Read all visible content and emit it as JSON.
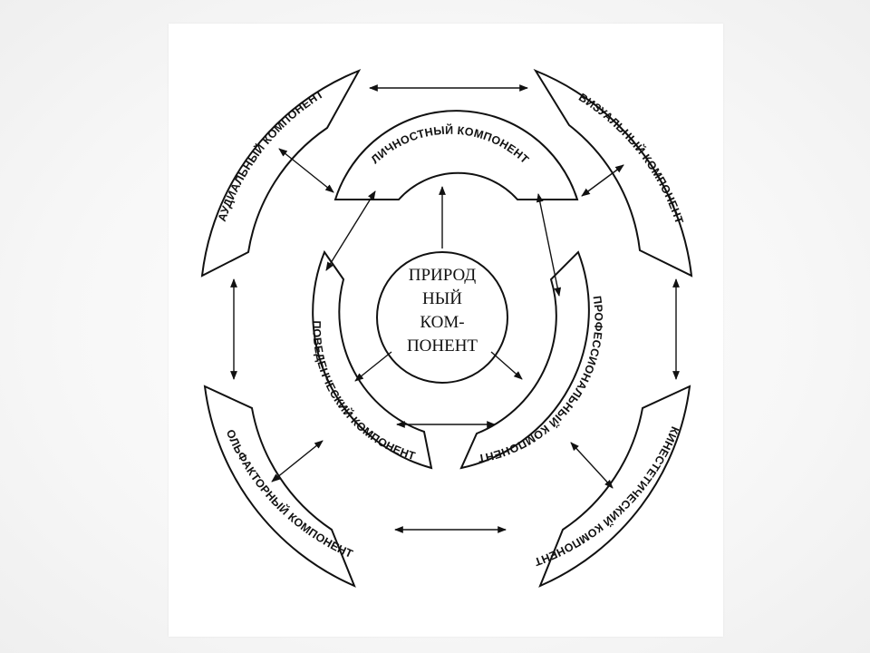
{
  "diagram": {
    "center": {
      "lines": [
        "ПРИРОД",
        "НЫЙ",
        "КОМ-",
        "ПОНЕНТ"
      ]
    },
    "components": {
      "personal": "ЛИЧНОСТНЫЙ КОМПОНЕНТ",
      "behavioral": "ПОВЕДЕНЧЕСКИЙ КОМПОНЕНТ",
      "professional": "ПРОФЕССИОНАЛЬНЫЙ КОМПОНЕНТ",
      "audial": "АУДИАЛЬНЫЙ КОМПОНЕНТ",
      "visual": "ВИЗУАЛЬНЫЙ КОМПОНЕНТ",
      "olfactory": "ОЛЬФАКТОРНЫЙ КОМПОНЕНТ",
      "kinesthetic": "КИНЕСТЕТИЧЕСКИЙ КОМПОНЕНТ"
    }
  }
}
